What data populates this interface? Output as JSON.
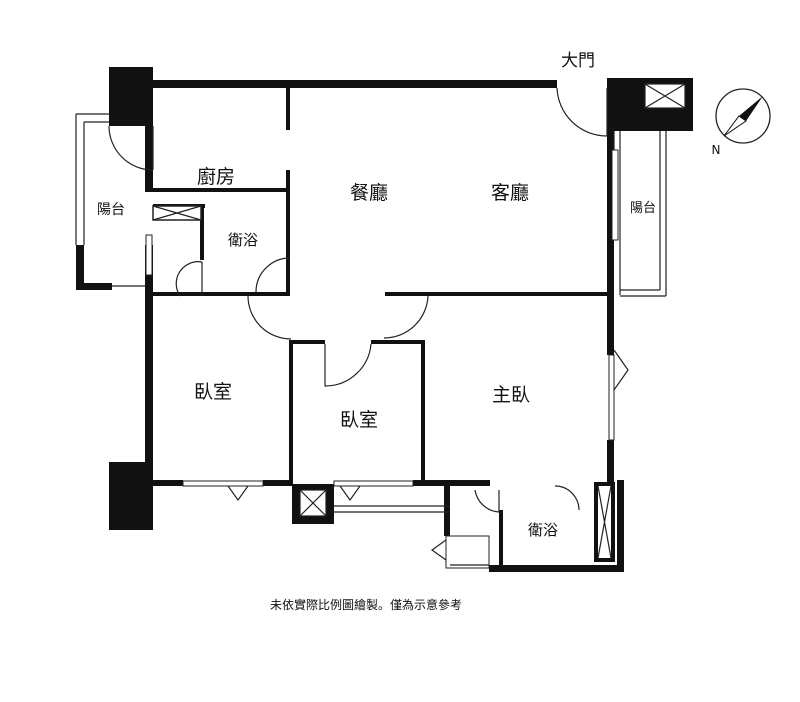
{
  "labels": {
    "main_door": "大門",
    "north": "N",
    "kitchen": "廚房",
    "dining": "餐廳",
    "living": "客廳",
    "balcony_west": "陽台",
    "balcony_east": "陽台",
    "bath_upper": "衛浴",
    "bedroom_west": "臥室",
    "bedroom_center": "臥室",
    "master_bedroom": "主臥",
    "bath_lower": "衛浴",
    "disclaimer": "未依實際比例圖繪製。僅為示意參考"
  },
  "colors": {
    "wall": "#111111",
    "line": "#222222",
    "background": "#ffffff"
  },
  "icons": [
    "compass-icon",
    "shaft-cross-icon"
  ]
}
